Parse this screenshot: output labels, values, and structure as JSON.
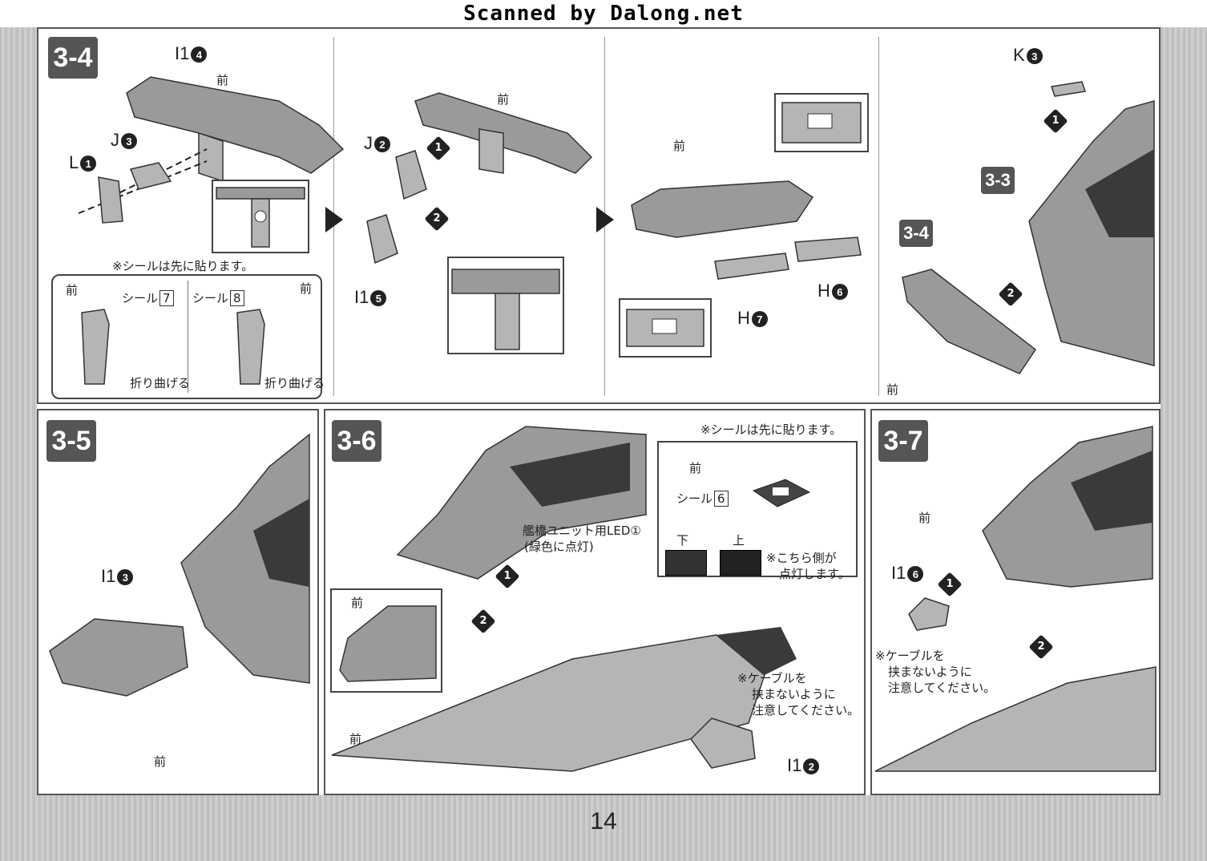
{
  "header": {
    "scan_credit": "Scanned by Dalong.net"
  },
  "page_number": "14",
  "front_label": "前",
  "steps": {
    "s34": {
      "badge": "3-4",
      "note": "※シールは先に貼ります。",
      "parts": {
        "i1_4": "I1",
        "j3": "J",
        "l1": "L",
        "j2": "J",
        "i1_5": "I1",
        "h6": "H",
        "h7": "H",
        "k3": "K"
      },
      "seal7": "シール",
      "seal7_num": "7",
      "seal8": "シール",
      "seal8_num": "8",
      "fold": "折り曲げる",
      "ref33": "3-3",
      "ref34": "3-4"
    },
    "s35": {
      "badge": "3-5",
      "part": "I1"
    },
    "s36": {
      "badge": "3-6",
      "note": "※シールは先に貼ります。",
      "seal6": "シール",
      "seal6_num": "6",
      "led_line1": "艦橋ユニット用LED①",
      "led_line2": "(緑色に点灯)",
      "down": "下",
      "up": "上",
      "lit_line1": "※こちら側が",
      "lit_line2": "点灯します。",
      "cable_line1": "※ケーブルを",
      "cable_line2": "挟まないように",
      "cable_line3": "注意してください。",
      "part": "I1"
    },
    "s37": {
      "badge": "3-7",
      "part": "I1",
      "cable_line1": "※ケーブルを",
      "cable_line2": "挟まないように",
      "cable_line3": "注意してください。"
    }
  },
  "circled": {
    "n1": "1",
    "n2": "2",
    "n3": "3",
    "n4": "4",
    "n5": "5",
    "n6": "6",
    "n7": "7"
  }
}
